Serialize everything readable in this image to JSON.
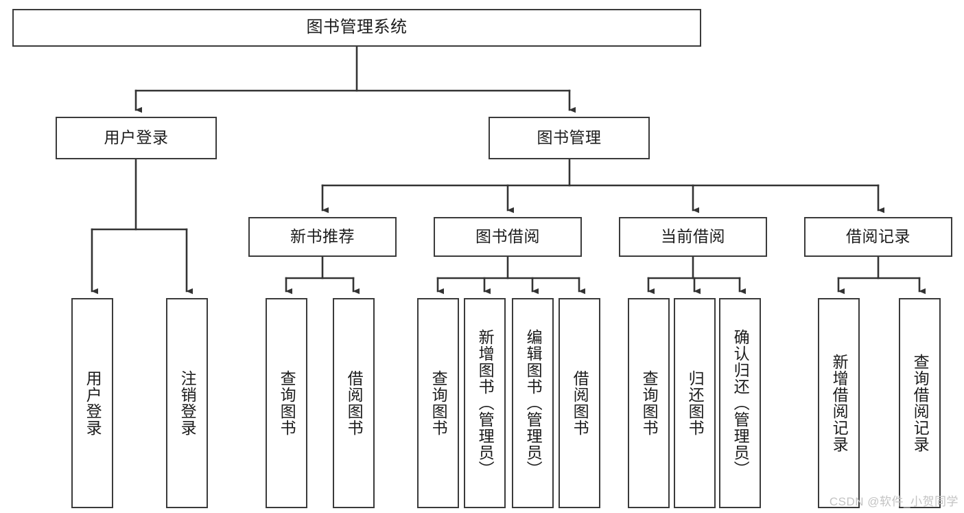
{
  "diagram": {
    "title": "图书管理系统",
    "type": "tree-hierarchy",
    "root": {
      "label": "图书管理系统"
    },
    "level2": [
      {
        "label": "用户登录"
      },
      {
        "label": "图书管理"
      }
    ],
    "level3": [
      {
        "label": "新书推荐"
      },
      {
        "label": "图书借阅"
      },
      {
        "label": "当前借阅"
      },
      {
        "label": "借阅记录"
      }
    ],
    "leaves": {
      "user_login": [
        {
          "label": "用户登录"
        },
        {
          "label": "注销登录"
        }
      ],
      "new_book_recommend": [
        {
          "label": "查询图书"
        },
        {
          "label": "借阅图书"
        }
      ],
      "book_borrow": [
        {
          "label": "查询图书"
        },
        {
          "label": "新增图书（管理员）"
        },
        {
          "label": "编辑图书（管理员）"
        },
        {
          "label": "借阅图书"
        }
      ],
      "current_borrow": [
        {
          "label": "查询图书"
        },
        {
          "label": "归还图书"
        },
        {
          "label": "确认归还（管理员）"
        }
      ],
      "borrow_record": [
        {
          "label": "新增借阅记录"
        },
        {
          "label": "查询借阅记录"
        }
      ]
    }
  },
  "watermark": {
    "text": "CSDN @软件_小贺同学"
  },
  "colors": {
    "border": "#3a3a3a",
    "text": "#1c1c1c",
    "background": "#ffffff",
    "connector": "#333333",
    "watermark": "#c3c3c3"
  }
}
